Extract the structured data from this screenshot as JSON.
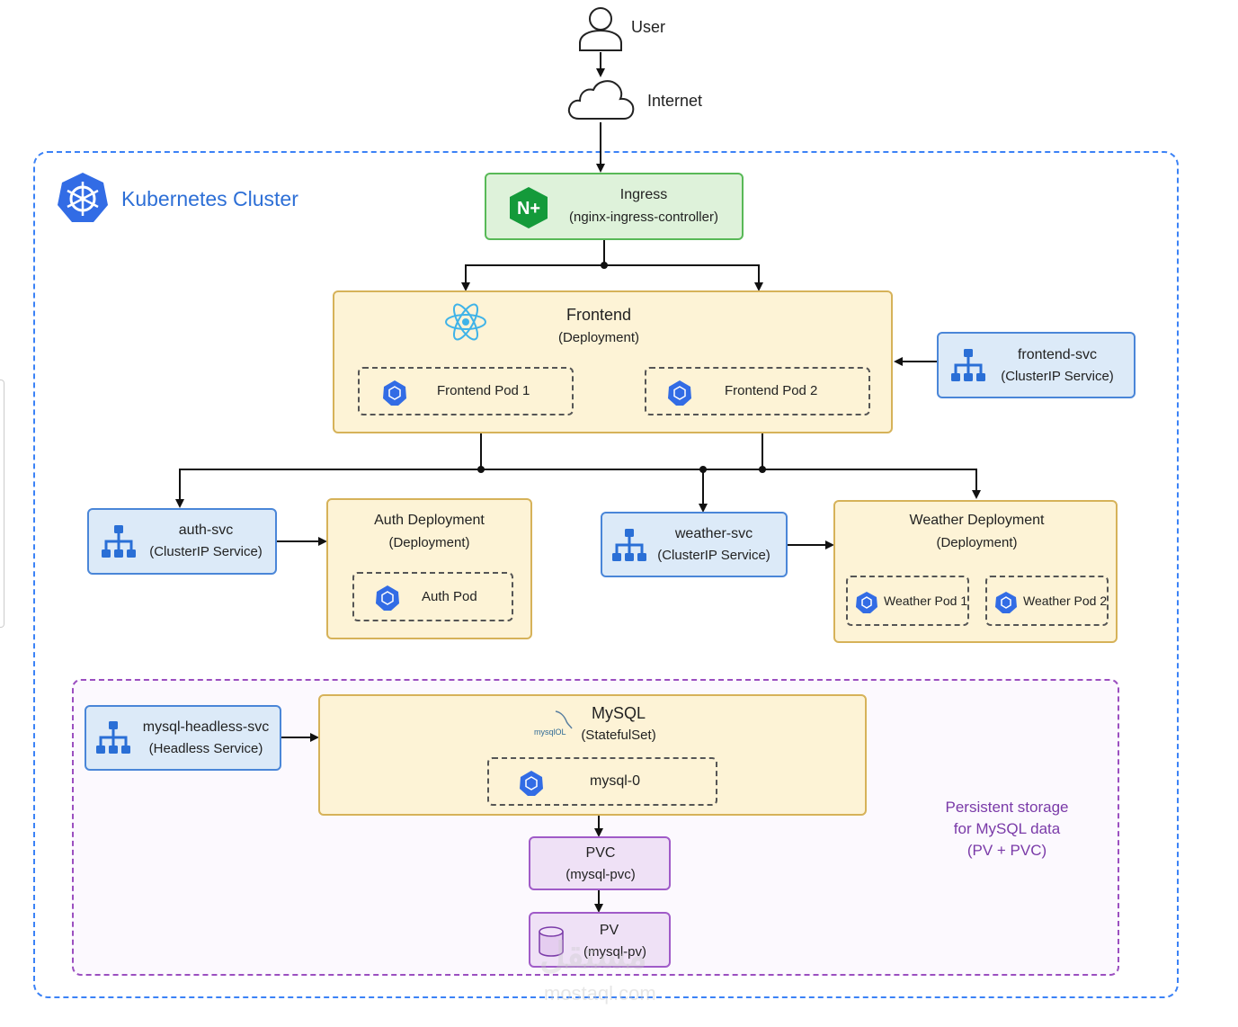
{
  "user": {
    "label": "User"
  },
  "internet": {
    "label": "Internet"
  },
  "cluster": {
    "title": "Kubernetes Cluster"
  },
  "ingress": {
    "title": "Ingress",
    "subtitle": "(nginx-ingress-controller)",
    "logo_text": "N+"
  },
  "frontend": {
    "title": "Frontend",
    "subtitle": "(Deployment)",
    "pods": [
      "Frontend Pod 1",
      "Frontend Pod 2"
    ]
  },
  "frontend_svc": {
    "title": "frontend-svc",
    "subtitle": "(ClusterIP Service)"
  },
  "auth_svc": {
    "title": "auth-svc",
    "subtitle": "(ClusterIP Service)"
  },
  "auth": {
    "title": "Auth Deployment",
    "subtitle": "(Deployment)",
    "pod": "Auth Pod"
  },
  "weather_svc": {
    "title": "weather-svc",
    "subtitle": "(ClusterIP Service)"
  },
  "weather": {
    "title": "Weather Deployment",
    "subtitle": "(Deployment)",
    "pods": [
      "Weather Pod 1",
      "Weather Pod 2"
    ]
  },
  "mysql_svc": {
    "title": "mysql-headless-svc",
    "subtitle": "(Headless Service)"
  },
  "mysql": {
    "title": "MySQL",
    "subtitle": "(StatefulSet)",
    "pod": "mysql-0",
    "logo_text": "mysqlOL"
  },
  "pvc": {
    "title": "PVC",
    "subtitle": "(mysql-pvc)"
  },
  "pv": {
    "title": "PV",
    "subtitle": "(mysql-pv)"
  },
  "storage_note": [
    "Persistent storage",
    "for MySQL data",
    "(PV + PVC)"
  ],
  "watermark": {
    "arabic": "مستقل",
    "latin": "mostaql.com"
  },
  "colors": {
    "cluster_border": "#3b82f6",
    "cluster_title": "#2d6fd6",
    "storage_border": "#9b4fc0",
    "storage_note": "#7a3aa8",
    "deployment_fill": "#fdf3d6",
    "service_fill": "#dceaf8",
    "ingress_fill": "#def2da",
    "storage_fill": "#efe1f6"
  }
}
